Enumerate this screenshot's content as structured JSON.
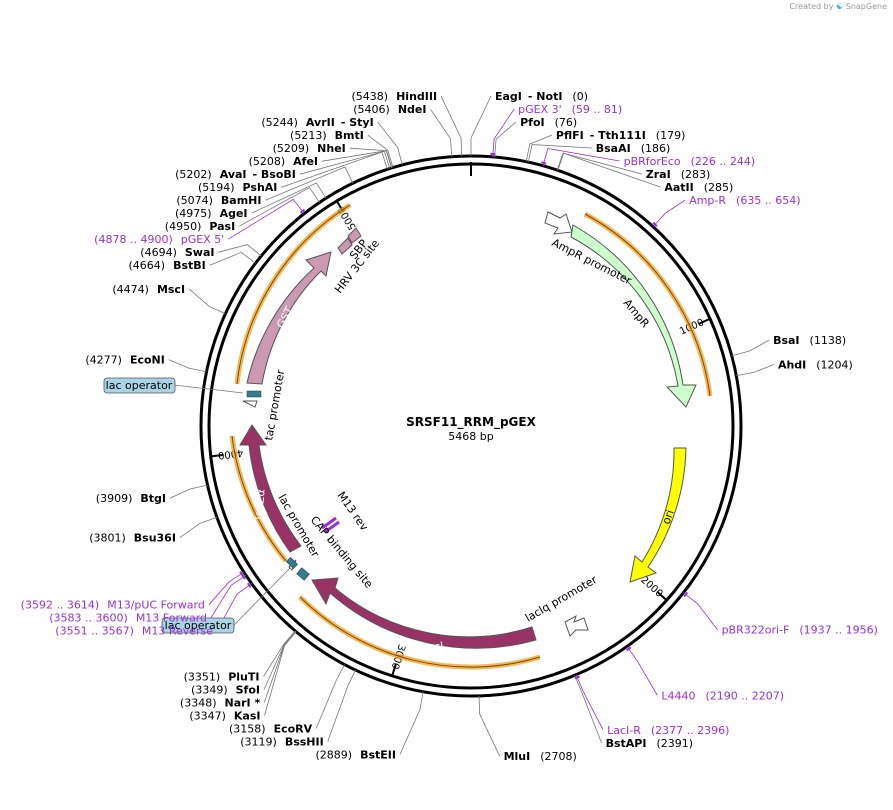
{
  "credit": {
    "created_by": "Created by",
    "brand": "SnapGene"
  },
  "plasmid": {
    "name": "SRSF11_RRM_pGEX",
    "length_text": "5468 bp",
    "length": 5468
  },
  "ring_ticks": [
    {
      "pos": 1000,
      "label": "1000"
    },
    {
      "pos": 2000,
      "label": "2000"
    },
    {
      "pos": 3000,
      "label": "3000"
    },
    {
      "pos": 4000,
      "label": "4000"
    },
    {
      "pos": 5000,
      "label": "5000"
    }
  ],
  "sites": [
    {
      "pos": 0,
      "pos_text": "(0)",
      "name": "EagI",
      "name2": "- NotI",
      "side": "right"
    },
    {
      "pos": 76,
      "pos_text": "(76)",
      "name": "PfoI",
      "side": "right"
    },
    {
      "pos": 179,
      "pos_text": "(179)",
      "name": "PflFI",
      "name2": "- Tth111I",
      "side": "right"
    },
    {
      "pos": 186,
      "pos_text": "(186)",
      "name": "BsaAI",
      "side": "right"
    },
    {
      "pos": 283,
      "pos_text": "(283)",
      "name": "ZraI",
      "side": "right"
    },
    {
      "pos": 285,
      "pos_text": "(285)",
      "name": "AatII",
      "side": "right"
    },
    {
      "pos": 1138,
      "pos_text": "(1138)",
      "name": "BsaI",
      "side": "right"
    },
    {
      "pos": 1204,
      "pos_text": "(1204)",
      "name": "AhdI",
      "side": "right"
    },
    {
      "pos": 2391,
      "pos_text": "(2391)",
      "name": "BstAPI",
      "side": "right"
    },
    {
      "pos": 2708,
      "pos_text": "(2708)",
      "name": "MluI",
      "side": "right"
    },
    {
      "pos": 2889,
      "pos_text": "(2889)",
      "name": "BstEII",
      "side": "left"
    },
    {
      "pos": 3119,
      "pos_text": "(3119)",
      "name": "BssHII",
      "side": "left"
    },
    {
      "pos": 3158,
      "pos_text": "(3158)",
      "name": "EcoRV",
      "side": "left"
    },
    {
      "pos": 3347,
      "pos_text": "(3347)",
      "name": "KasI",
      "side": "left"
    },
    {
      "pos": 3348,
      "pos_text": "(3348)",
      "name": "NarI *",
      "side": "left"
    },
    {
      "pos": 3349,
      "pos_text": "(3349)",
      "name": "SfoI",
      "side": "left"
    },
    {
      "pos": 3351,
      "pos_text": "(3351)",
      "name": "PluTI",
      "side": "left"
    },
    {
      "pos": 3801,
      "pos_text": "(3801)",
      "name": "Bsu36I",
      "side": "left"
    },
    {
      "pos": 3909,
      "pos_text": "(3909)",
      "name": "BtgI",
      "side": "left"
    },
    {
      "pos": 4277,
      "pos_text": "(4277)",
      "name": "EcoNI",
      "side": "left"
    },
    {
      "pos": 4474,
      "pos_text": "(4474)",
      "name": "MscI",
      "side": "left"
    },
    {
      "pos": 4664,
      "pos_text": "(4664)",
      "name": "BstBI",
      "side": "left"
    },
    {
      "pos": 4694,
      "pos_text": "(4694)",
      "name": "SwaI",
      "side": "left"
    },
    {
      "pos": 4950,
      "pos_text": "(4950)",
      "name": "PasI",
      "side": "left"
    },
    {
      "pos": 4975,
      "pos_text": "(4975)",
      "name": "AgeI",
      "side": "left"
    },
    {
      "pos": 5074,
      "pos_text": "(5074)",
      "name": "BamHI",
      "side": "left"
    },
    {
      "pos": 5194,
      "pos_text": "(5194)",
      "name": "PshAI",
      "side": "left"
    },
    {
      "pos": 5202,
      "pos_text": "(5202)",
      "name": "AvaI",
      "name2": "- BsoBI",
      "side": "left"
    },
    {
      "pos": 5208,
      "pos_text": "(5208)",
      "name": "AfeI",
      "side": "left"
    },
    {
      "pos": 5209,
      "pos_text": "(5209)",
      "name": "NheI",
      "side": "left"
    },
    {
      "pos": 5213,
      "pos_text": "(5213)",
      "name": "BmtI",
      "side": "left"
    },
    {
      "pos": 5244,
      "pos_text": "(5244)",
      "name": "AvrII",
      "name2": "- StyI",
      "side": "left"
    },
    {
      "pos": 5406,
      "pos_text": "(5406)",
      "name": "NdeI",
      "side": "left"
    },
    {
      "pos": 5438,
      "pos_text": "(5438)",
      "name": "HindIII",
      "side": "left"
    }
  ],
  "primers": [
    {
      "pos": 70,
      "name": "pGEX 3'",
      "range": "(59 .. 81)",
      "side": "right"
    },
    {
      "pos": 235,
      "name": "pBRforEco",
      "range": "(226 .. 244)",
      "side": "right"
    },
    {
      "pos": 644,
      "name": "Amp-R",
      "range": "(635 .. 654)",
      "side": "right"
    },
    {
      "pos": 1946,
      "name": "pBR322ori-F",
      "range": "(1937 .. 1956)",
      "side": "right"
    },
    {
      "pos": 2198,
      "name": "L4440",
      "range": "(2190 .. 2207)",
      "side": "right"
    },
    {
      "pos": 2386,
      "name": "LacI-R",
      "range": "(2377 .. 2396)",
      "side": "right"
    },
    {
      "pos": 3603,
      "name": "M13/pUC Forward",
      "range": "(3592 .. 3614)",
      "side": "left"
    },
    {
      "pos": 3591,
      "name": "M13 Forward",
      "range": "(3583 .. 3600)",
      "side": "left"
    },
    {
      "pos": 3559,
      "name": "M13 Reverse",
      "range": "(3551 .. 3567)",
      "side": "left"
    },
    {
      "pos": 4889,
      "name": "pGEX 5'",
      "range": "(4878 .. 4900)",
      "side": "left"
    }
  ],
  "features": [
    {
      "name": "AmpR promoter",
      "color": "#ffffff"
    },
    {
      "name": "AmpR",
      "color": "#ccffcc"
    },
    {
      "name": "ori",
      "color": "#ffff00"
    },
    {
      "name": "lacIq promoter",
      "color": "#ffffff"
    },
    {
      "name": "lacI",
      "color": "#993366"
    },
    {
      "name": "lac promoter",
      "color": "#ffffff"
    },
    {
      "name": "CAP binding site",
      "color": "#2f7f8f"
    },
    {
      "name": "M13 rev",
      "color": "#9b30d0"
    },
    {
      "name": "lacZα",
      "color": "#993366"
    },
    {
      "name": "tac promoter",
      "color": "#ffffff"
    },
    {
      "name": "GST",
      "color": "#cc99b3"
    },
    {
      "name": "HRV 3C site",
      "color": "#cc99b3"
    },
    {
      "name": "SBP",
      "color": "#cc99b3"
    }
  ],
  "operators": [
    {
      "label": "lac operator"
    },
    {
      "label": "lac operator"
    }
  ],
  "colors": {
    "primer": "#9b30d0",
    "orf_highlight": "#f0a020",
    "ring": "#000000",
    "operator_box": "#a8d4e6"
  }
}
